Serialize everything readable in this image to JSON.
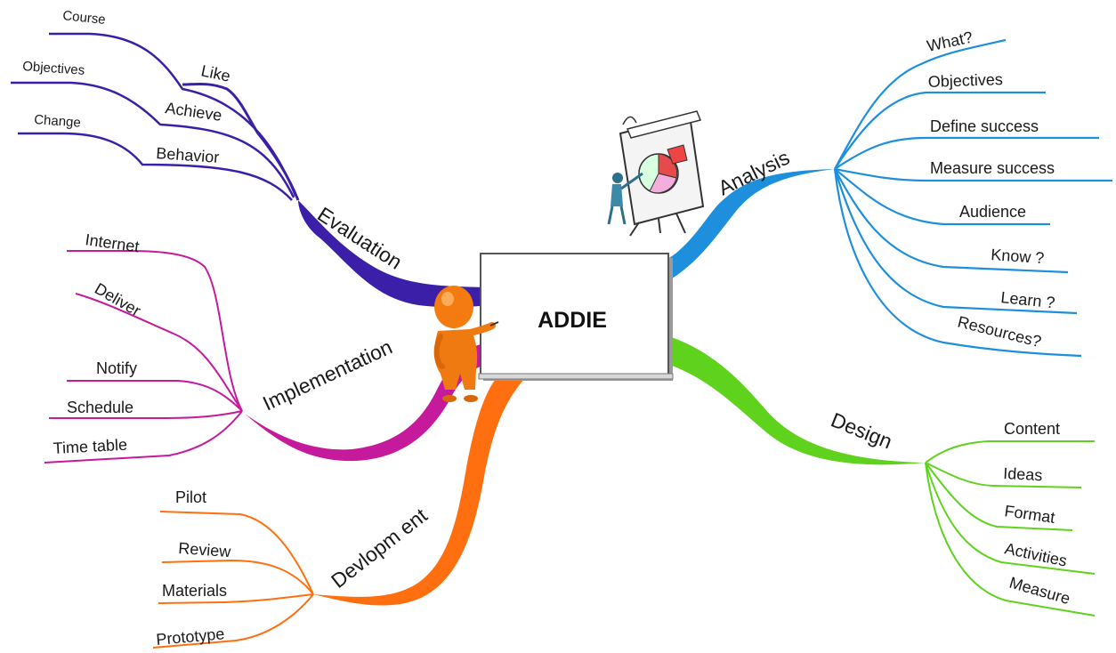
{
  "diagram": {
    "center": "ADDIE",
    "colors": {
      "analysis": "#1e8fdc",
      "design": "#5fd21e",
      "development": "#ff6f0f",
      "implementation": "#c41a9b",
      "evaluation": "#3c1fa8",
      "box_border": "#555555",
      "figure": "#f07a12"
    },
    "branches": {
      "analysis": {
        "label": "Analysis",
        "items": [
          "What?",
          "Objectives",
          "Define success",
          "Measure success",
          "Audience",
          "Know ?",
          "Learn ?",
          "Resources?"
        ]
      },
      "design": {
        "label": "Design",
        "items": [
          "Content",
          "Ideas",
          "Format",
          "Activities",
          "Measure"
        ]
      },
      "development": {
        "label": "Devlopm ent",
        "items": [
          "Pilot",
          "Review",
          "Materials",
          "Prototype"
        ]
      },
      "implementation": {
        "label": "Implementation",
        "items": [
          "Internet",
          "Deliver",
          "Notify",
          "Schedule",
          "Time table"
        ]
      },
      "evaluation": {
        "label": "Evaluation",
        "items": [
          {
            "label": "Like",
            "sub": "Course"
          },
          {
            "label": "Achieve",
            "sub": "Objectives"
          },
          {
            "label": "Behavior",
            "sub": "Change"
          }
        ]
      }
    },
    "icons": {
      "presenter": "presenter-figure-icon",
      "chart_board": "flip-chart-icon"
    }
  }
}
